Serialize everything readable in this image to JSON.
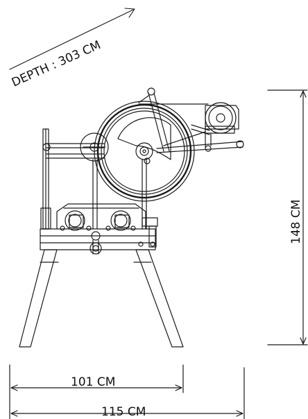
{
  "dimensions": {
    "depth_label": "DEPTH : 303 CM",
    "height_label": "148 CM",
    "inner_width_label": "101 CM",
    "outer_width_label": "115 CM"
  },
  "colors": {
    "line": "#1a1a1a",
    "background": "#ffffff"
  }
}
